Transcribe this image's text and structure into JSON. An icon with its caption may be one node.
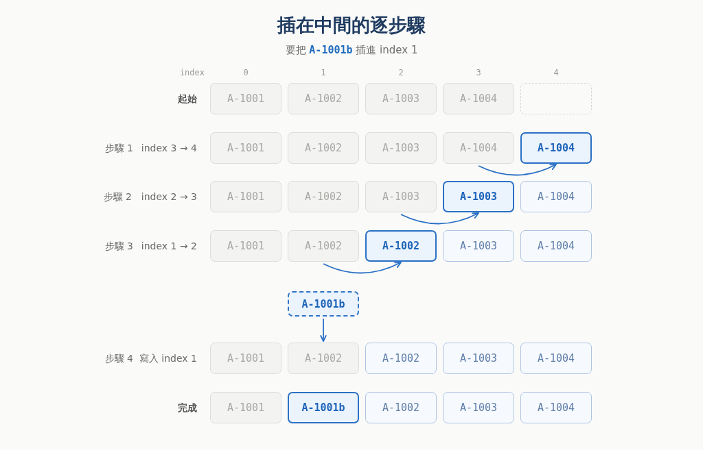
{
  "diagram": {
    "title": "插在中間的逐步驟",
    "nodes": [
      {
        "text": [
          "A-1001"
        ]
      },
      {
        "text": [
          "A-1002"
        ]
      },
      {
        "text": [
          "A-1003"
        ]
      },
      {
        "text": [
          "A-1004"
        ]
      },
      {
        "text": [],
        "shape": "box"
      },
      {
        "text": [
          "A-1001"
        ]
      },
      {
        "text": [
          "A-1002"
        ]
      },
      {
        "text": [
          "A-1003"
        ]
      },
      {
        "text": [
          "A-1004"
        ]
      },
      {
        "text": [
          "A-1004"
        ]
      },
      {
        "text": [
          "A-1001"
        ]
      },
      {
        "text": [
          "A-1002"
        ]
      },
      {
        "text": [
          "A-1003"
        ]
      },
      {
        "text": [
          "A-1003"
        ]
      },
      {
        "text": [
          "A-1004"
        ]
      },
      {
        "text": [
          "A-1001"
        ]
      },
      {
        "text": [
          "A-1002"
        ]
      },
      {
        "text": [
          "A-1002"
        ]
      },
      {
        "text": [
          "A-1003"
        ]
      },
      {
        "text": [
          "A-1004"
        ]
      },
      {
        "text": [
          "A-1001b"
        ]
      },
      {
        "text": [
          "A-1001"
        ]
      },
      {
        "text": [
          "A-1002"
        ]
      },
      {
        "text": [
          "A-1002"
        ]
      },
      {
        "text": [
          "A-1003"
        ]
      },
      {
        "text": [
          "A-1004"
        ]
      },
      {
        "text": [
          "A-1001"
        ]
      },
      {
        "text": [
          "A-1001b"
        ]
      },
      {
        "text": [
          "A-1002"
        ]
      },
      {
        "text": [
          "A-1003"
        ]
      },
      {
        "text": [
          "A-1004"
        ]
      }
    ],
    "edges": [
      {
        "from": 8,
        "to": 9,
        "arrow": "to"
      },
      {
        "from": 12,
        "to": 13,
        "arrow": "to"
      },
      {
        "from": 16,
        "to": 17,
        "arrow": "to"
      },
      {
        "from": 20,
        "to": 22,
        "arrow": "to"
      }
    ],
    "labels": [
      "要把 **A-1001b** 插進 index 1",
      "index",
      "0",
      "1",
      "2",
      "3",
      "4",
      "起始",
      "步驟 1",
      "index 3 → 4",
      "步驟 2",
      "index 2 → 3",
      "步驟 3",
      "index 1 → 2",
      "步驟 4",
      "寫入 index 1",
      "完成"
    ]
  }
}
